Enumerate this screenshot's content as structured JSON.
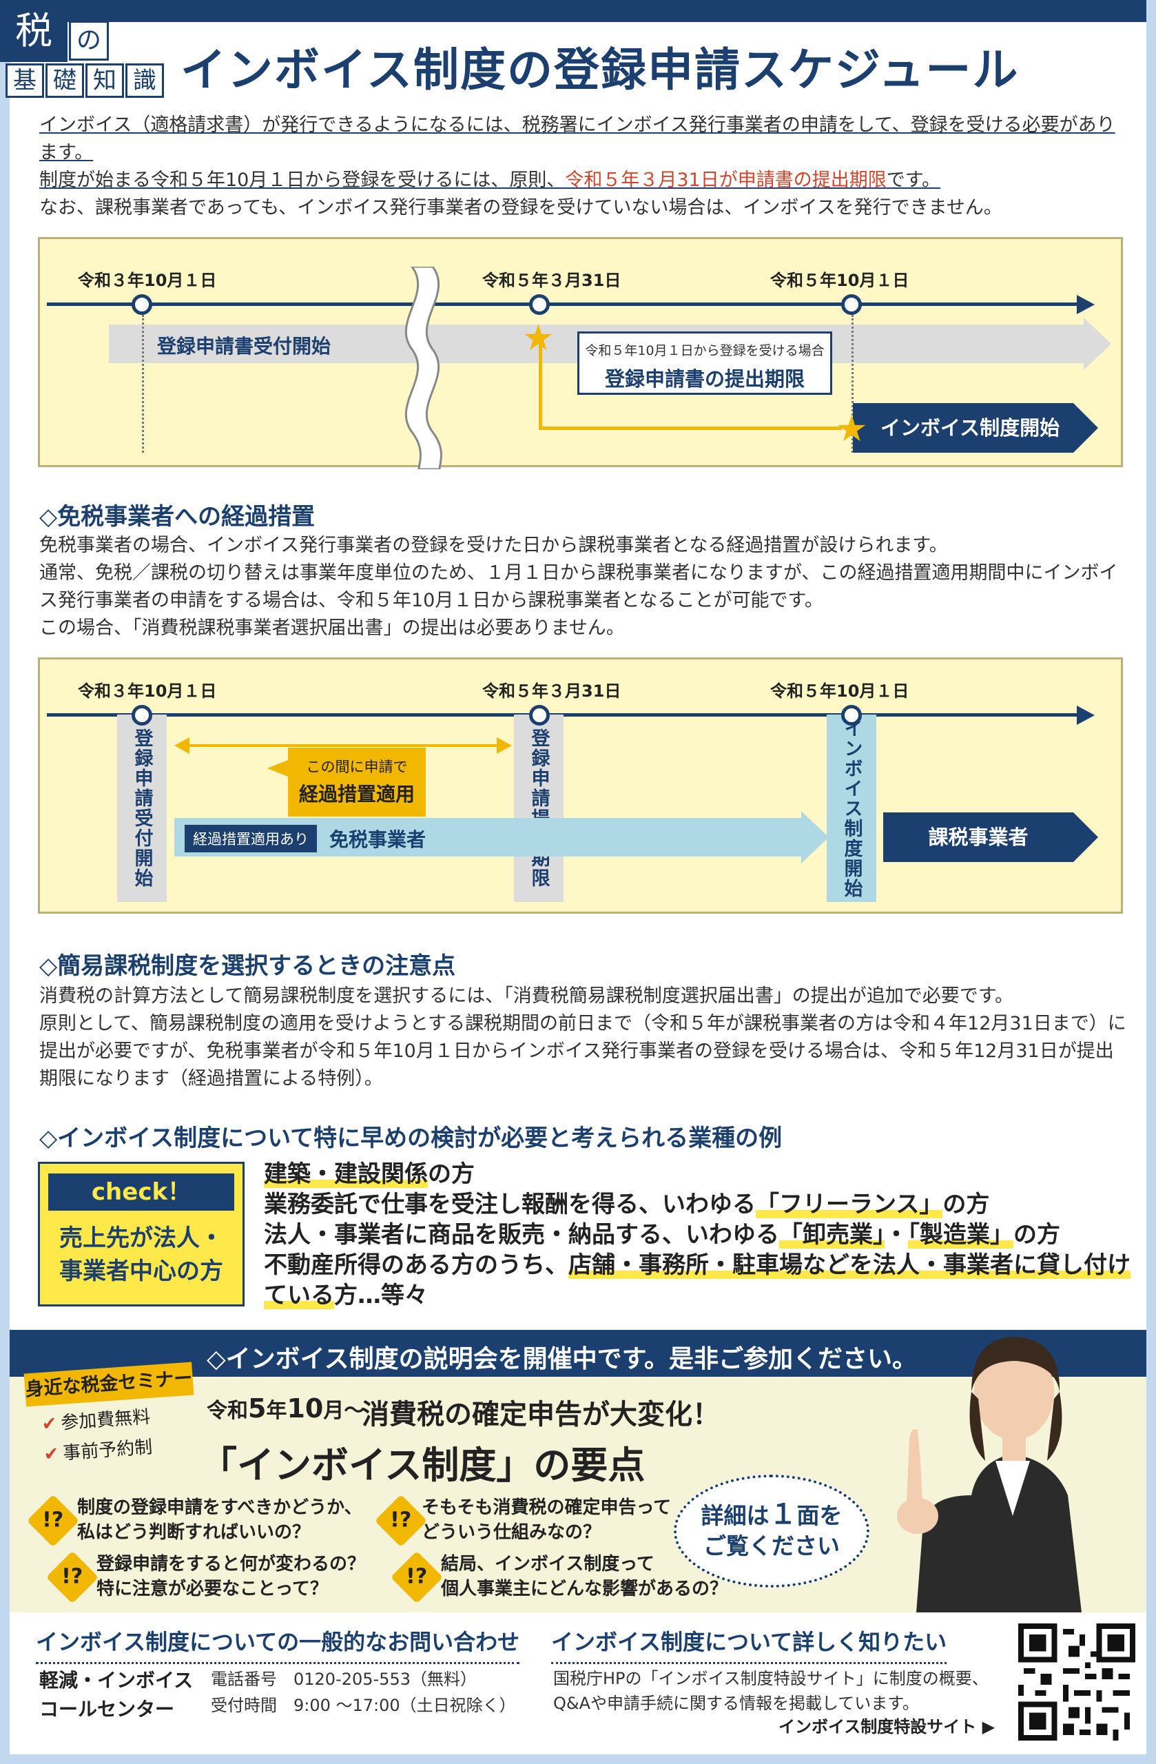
{
  "header": {
    "badge_zei": "税",
    "badge_no": "の",
    "badge_chars": [
      "基",
      "礎",
      "知",
      "識"
    ],
    "title": "インボイス制度の登録申請スケジュール"
  },
  "intro": {
    "line1": "インボイス（適格請求書）が発行できるようになるには、税務署にインボイス発行事業者の申請をして、登録を受ける必要があります。",
    "line2_pre": "制度が始まる令和５年10月１日から登録を受けるには、原則、",
    "line2_red": "令和５年３月31日が申請書の提出期限",
    "line2_post": "です。",
    "line3": "なお、課税事業者であっても、インボイス発行事業者の登録を受けていない場合は、インボイスを発行できません。"
  },
  "timeline1": {
    "dates": [
      "令和３年10月１日",
      "令和５年３月31日",
      "令和５年10月１日"
    ],
    "band_label": "登録申請書受付開始",
    "deadline_small": "令和５年10月１日から登録を受ける場合",
    "deadline_big": "登録申請書の提出期限",
    "start_label": "インボイス制度開始"
  },
  "section1": {
    "heading": "◇免税事業者への経過措置",
    "p1": "免税事業者の場合、インボイス発行事業者の登録を受けた日から課税事業者となる経過措置が設けられます。",
    "p2": "通常、免税／課税の切り替えは事業年度単位のため、１月１日から課税事業者になりますが、この経過措置適用期間中にインボイス発行事業者の申請をする場合は、令和５年10月１日から課税事業者となることが可能です。",
    "p3": "この場合、「消費税課税事業者選択届出書」の提出は必要ありません。"
  },
  "timeline2": {
    "dates": [
      "令和３年10月１日",
      "令和５年３月31日",
      "令和５年10月１日"
    ],
    "band1": "登録申請受付開始",
    "band2": "登録申請提出期限",
    "band3": "インボイス制度開始",
    "callout_small": "この間に申請で",
    "callout_big": "経過措置適用",
    "tag": "経過措置適用あり",
    "exempt": "免税事業者",
    "taxable": "課税事業者"
  },
  "section2": {
    "heading": "◇簡易課税制度を選択するときの注意点",
    "p1": "消費税の計算方法として簡易課税制度を選択するには、「消費税簡易課税制度選択届出書」の提出が追加で必要です。",
    "p2": "原則として、簡易課税制度の適用を受けようとする課税期間の前日まで（令和５年が課税事業者の方は令和４年12月31日まで）に提出が必要ですが、免税事業者が令和５年10月１日からインボイス発行事業者の登録を受ける場合は、令和５年12月31日が提出期限になります（経過措置による特例）。"
  },
  "section3": {
    "heading": "◇インボイス制度について特に早めの検討が必要と考えられる業種の例",
    "check_label": "check！",
    "check_text1": "売上先が法人・",
    "check_text2": "事業者中心の方",
    "i1_hl": "建築・建設関係",
    "i1_post": "の方",
    "i2_pre": "業務委託で仕事を受注し報酬を得る、いわゆる",
    "i2_hl": "「フリーランス」",
    "i2_post": "の方",
    "i3_pre": "法人・事業者に商品を販売・納品する、いわゆる",
    "i3_hl1": "「卸売業」",
    "i3_mid": "・",
    "i3_hl2": "「製造業」",
    "i3_post": "の方",
    "i4_pre": "不動産所得のある方のうち、",
    "i4_hl": "店舗・事務所・駐車場などを法人・事業者に貸し付けている",
    "i4_post": "方…等々"
  },
  "seminar": {
    "bar": "◇インボイス制度の説明会を開催中です。是非ご参加ください。",
    "tag": "身近な税金セミナー",
    "check1": "参加費無料",
    "check2": "事前予約制",
    "date_pre": "令和",
    "date_num1": "5",
    "date_mid": "年",
    "date_num2": "10",
    "date_post": "月～",
    "headline": "消費税の確定申告が大変化！",
    "title": "「インボイス制度」の要点",
    "q_mark": "!?",
    "q1a": "制度の登録申請をすべきかどうか、",
    "q1b": "私はどう判断すればいいの？",
    "q2a": "そもそも消費税の確定申告って",
    "q2b": "どういう仕組みなの？",
    "q3a": "登録申請をすると何が変わるの？",
    "q3b": "特に注意が必要なことって？",
    "q4a": "結局、インボイス制度って",
    "q4b": "個人事業主にどんな影響があるの？",
    "detail_pre": "詳細は",
    "detail_num": "１",
    "detail_post": "面を",
    "detail2": "ご覧ください"
  },
  "footer": {
    "left_heading": "インボイス制度についての一般的なお問い合わせ",
    "center1": "軽減・インボイス",
    "center2": "コールセンター",
    "tel_label": "電話番号",
    "tel": "0120-205-553（無料）",
    "hours_label": "受付時間",
    "hours": "9:00 ～17:00（土日祝除く）",
    "right_heading": "インボイス制度について詳しく知りたい",
    "desc1": "国税庁HPの「インボイス制度特設サイト」に制度の概要、",
    "desc2": "Q&Aや申請手続に関する情報を掲載しています。",
    "link": "インボイス制度特設サイト ▶"
  }
}
